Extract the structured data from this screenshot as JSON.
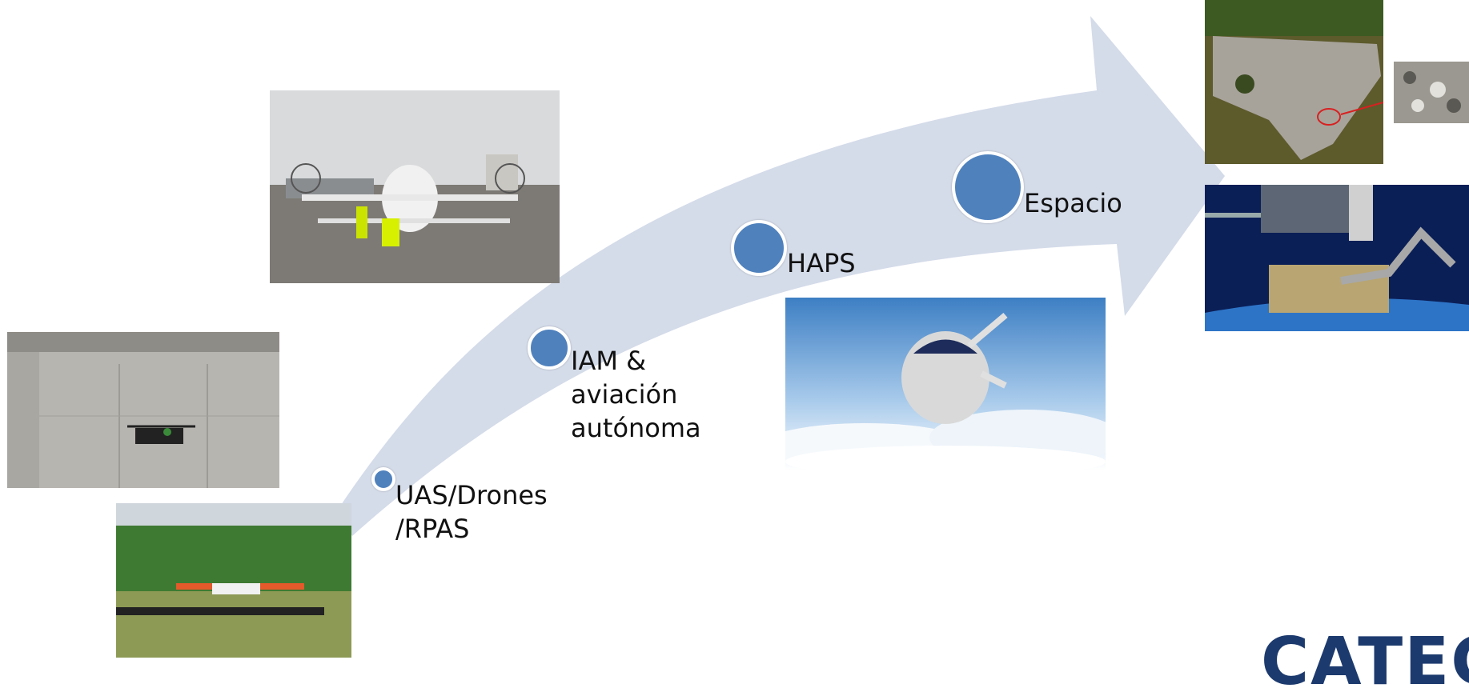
{
  "stages": [
    {
      "id": "uas",
      "label": "UAS/Drones\n/RPAS"
    },
    {
      "id": "iam",
      "label": "IAM &\naviación\nautónoma"
    },
    {
      "id": "haps",
      "label": "HAPS"
    },
    {
      "id": "space",
      "label": "Espacio"
    }
  ],
  "photos": [
    {
      "id": "multirotor-eVTOL",
      "depicts": "eVTOL multirotor aircraft on apron"
    },
    {
      "id": "inspection-drone",
      "depicts": "drone inspecting concrete wall"
    },
    {
      "id": "fixed-wing-uas",
      "depicts": "fixed-wing UAS on launcher"
    },
    {
      "id": "haps-airship",
      "depicts": "stratospheric airship above clouds"
    },
    {
      "id": "bird-colony",
      "depicts": "aerial view of bird colony"
    },
    {
      "id": "bird-colony-zoom",
      "depicts": "zoomed birds"
    },
    {
      "id": "space-robot-arm",
      "depicts": "robotic arm with satellite"
    }
  ],
  "colors": {
    "arrow": "#d4dbe9",
    "milestone": "#4f81bd",
    "logo": "#1c3a6e"
  },
  "logo": {
    "text": "CATEC"
  }
}
